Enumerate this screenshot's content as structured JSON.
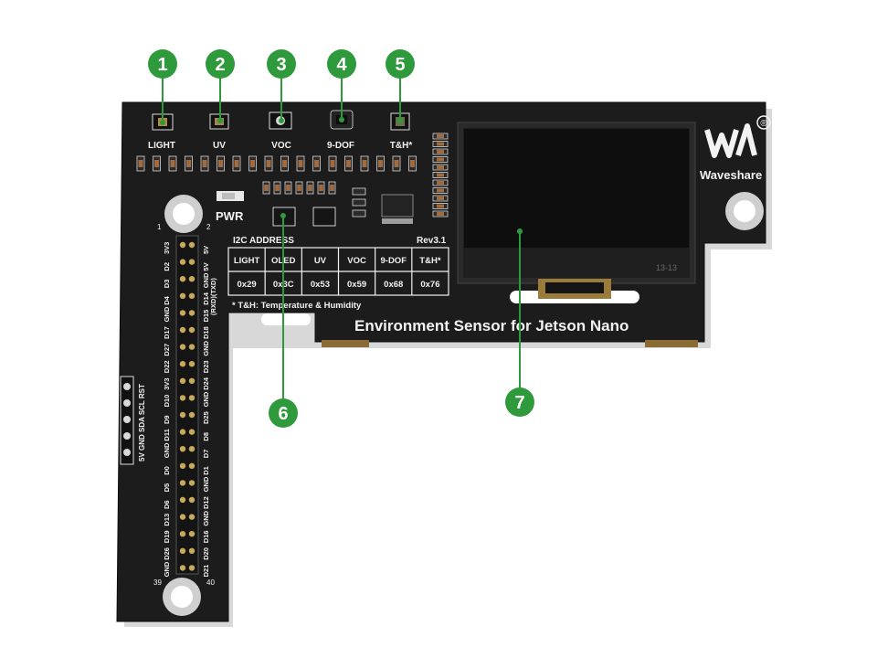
{
  "board": {
    "title": "Environment Sensor for Jetson Nano",
    "brand": "Waveshare",
    "registered_mark": "®",
    "revision": "Rev3.1",
    "pwr_label": "PWR",
    "pcb_color": "#1c1c1c",
    "silk_color": "#f2f2f2",
    "callout_color": "#2f9a3c"
  },
  "sensors": [
    {
      "label": "LIGHT"
    },
    {
      "label": "UV"
    },
    {
      "label": "VOC"
    },
    {
      "label": "9-DOF"
    },
    {
      "label": "T&H*"
    }
  ],
  "i2c_table": {
    "title": "I2C ADDRESS",
    "headers": [
      "LIGHT",
      "OLED",
      "UV",
      "VOC",
      "9-DOF",
      "T&H*"
    ],
    "addresses": [
      "0x29",
      "0x3C",
      "0x53",
      "0x59",
      "0x68",
      "0x76"
    ],
    "footnote": "* T&H: Temperature & Humidity"
  },
  "pin_header": {
    "pin1_label": "1",
    "pin2_label": "2",
    "pin39_label": "39",
    "pin40_label": "40",
    "left_column": [
      "3V3",
      "D2",
      "D3",
      "D4",
      "GND",
      "D17",
      "D27",
      "D22",
      "3V3",
      "D10",
      "D9",
      "D11",
      "GND",
      "D0",
      "D5",
      "D6",
      "D13",
      "D19",
      "D26",
      "GND"
    ],
    "right_column": [
      "5V",
      "5V",
      "GND",
      "D14",
      "D15",
      "D18",
      "GND",
      "D23",
      "D24",
      "GND",
      "D25",
      "D8",
      "D7",
      "D1",
      "GND",
      "D12",
      "GND",
      "D16",
      "D20",
      "D21"
    ],
    "uart_note": "(RXD)(TXD)"
  },
  "i2c_header": {
    "pins": "5V GND SDA SCL RST"
  },
  "oled": {
    "part_label": "13-13"
  },
  "callouts": [
    {
      "number": "1"
    },
    {
      "number": "2"
    },
    {
      "number": "3"
    },
    {
      "number": "4"
    },
    {
      "number": "5"
    },
    {
      "number": "6"
    },
    {
      "number": "7"
    }
  ]
}
